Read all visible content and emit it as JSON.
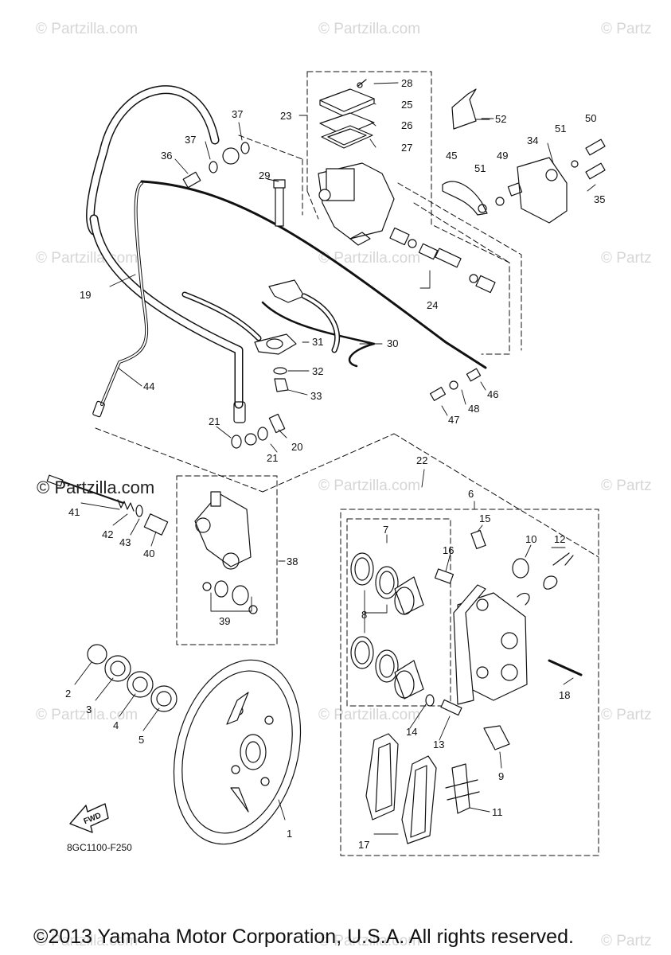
{
  "watermarks": {
    "light": "© Partzilla.com",
    "light_clipped": "© Partz",
    "strong": "© Partzilla.com"
  },
  "diagram_code": "8GC1100-F250",
  "direction_arrow_label": "FWD",
  "copyright": "©2013 Yamaha Motor Corporation, U.S.A. All rights reserved.",
  "callouts": [
    "1",
    "2",
    "3",
    "4",
    "5",
    "6",
    "7",
    "8",
    "9",
    "10",
    "11",
    "12",
    "13",
    "14",
    "15",
    "16",
    "17",
    "18",
    "19",
    "20",
    "21",
    "21",
    "22",
    "23",
    "24",
    "25",
    "26",
    "27",
    "28",
    "29",
    "30",
    "31",
    "32",
    "33",
    "34",
    "35",
    "36",
    "37",
    "37",
    "38",
    "39",
    "40",
    "41",
    "42",
    "43",
    "44",
    "45",
    "46",
    "47",
    "48",
    "49",
    "50",
    "51",
    "51",
    "52"
  ]
}
